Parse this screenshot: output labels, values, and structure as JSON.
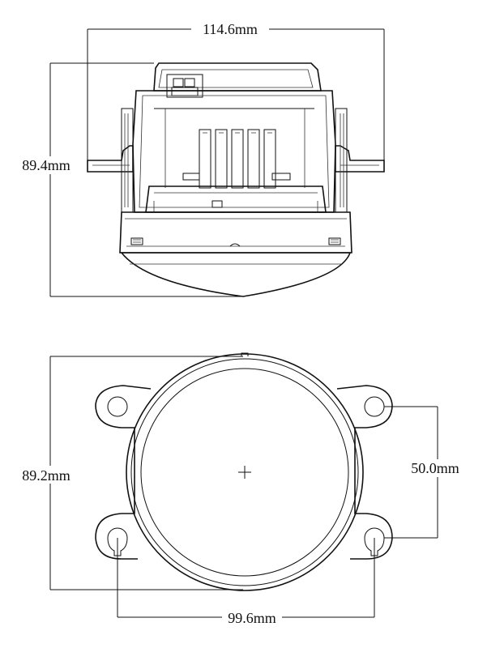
{
  "dimensions": {
    "top_view_width": "114.6mm",
    "top_view_height": "89.4mm",
    "front_view_height": "89.2mm",
    "mount_hole_vertical_spacing": "50.0mm",
    "mount_hole_horizontal_spacing": "99.6mm"
  },
  "colors": {
    "line": "#111111",
    "background": "#ffffff"
  },
  "icons": {
    "center_mark": "crosshair-icon"
  }
}
